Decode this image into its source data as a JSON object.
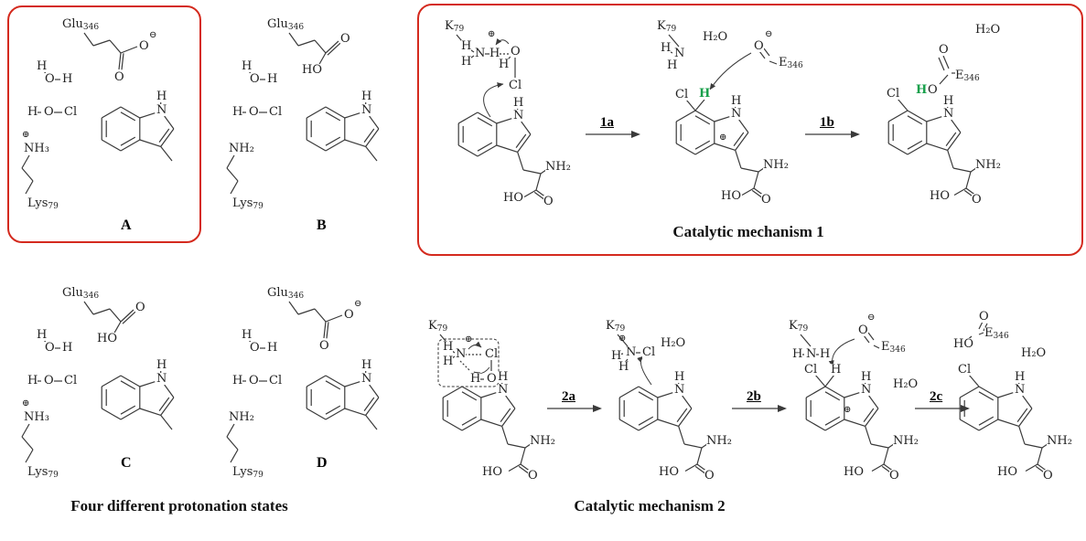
{
  "colors": {
    "highlight_box": "#d42a1e",
    "green_proton": "#18a04b",
    "bond_ink": "#3a3a3a"
  },
  "captions": {
    "states": "Four different protonation states",
    "mech1": "Catalytic mechanism 1",
    "mech2": "Catalytic mechanism 2"
  },
  "panels": {
    "a": "A",
    "b": "B",
    "c": "C",
    "d": "D"
  },
  "steps": {
    "s1a": "1a",
    "s1b": "1b",
    "s2a": "2a",
    "s2b": "2b",
    "s2c": "2c"
  },
  "f": {
    "h": "H",
    "o": "O",
    "n": "N",
    "cl": "Cl",
    "ho": "HO",
    "h2o": "H₂O",
    "nh3": "NH₃",
    "nh2": "NH₂",
    "glu": "Glu",
    "glu_n": "346",
    "lys": "Lys",
    "lys_n": "79",
    "k": "K",
    "k_n": "79",
    "e": "E",
    "e_n": "346",
    "plus": "⊕",
    "minus": "⊖"
  }
}
